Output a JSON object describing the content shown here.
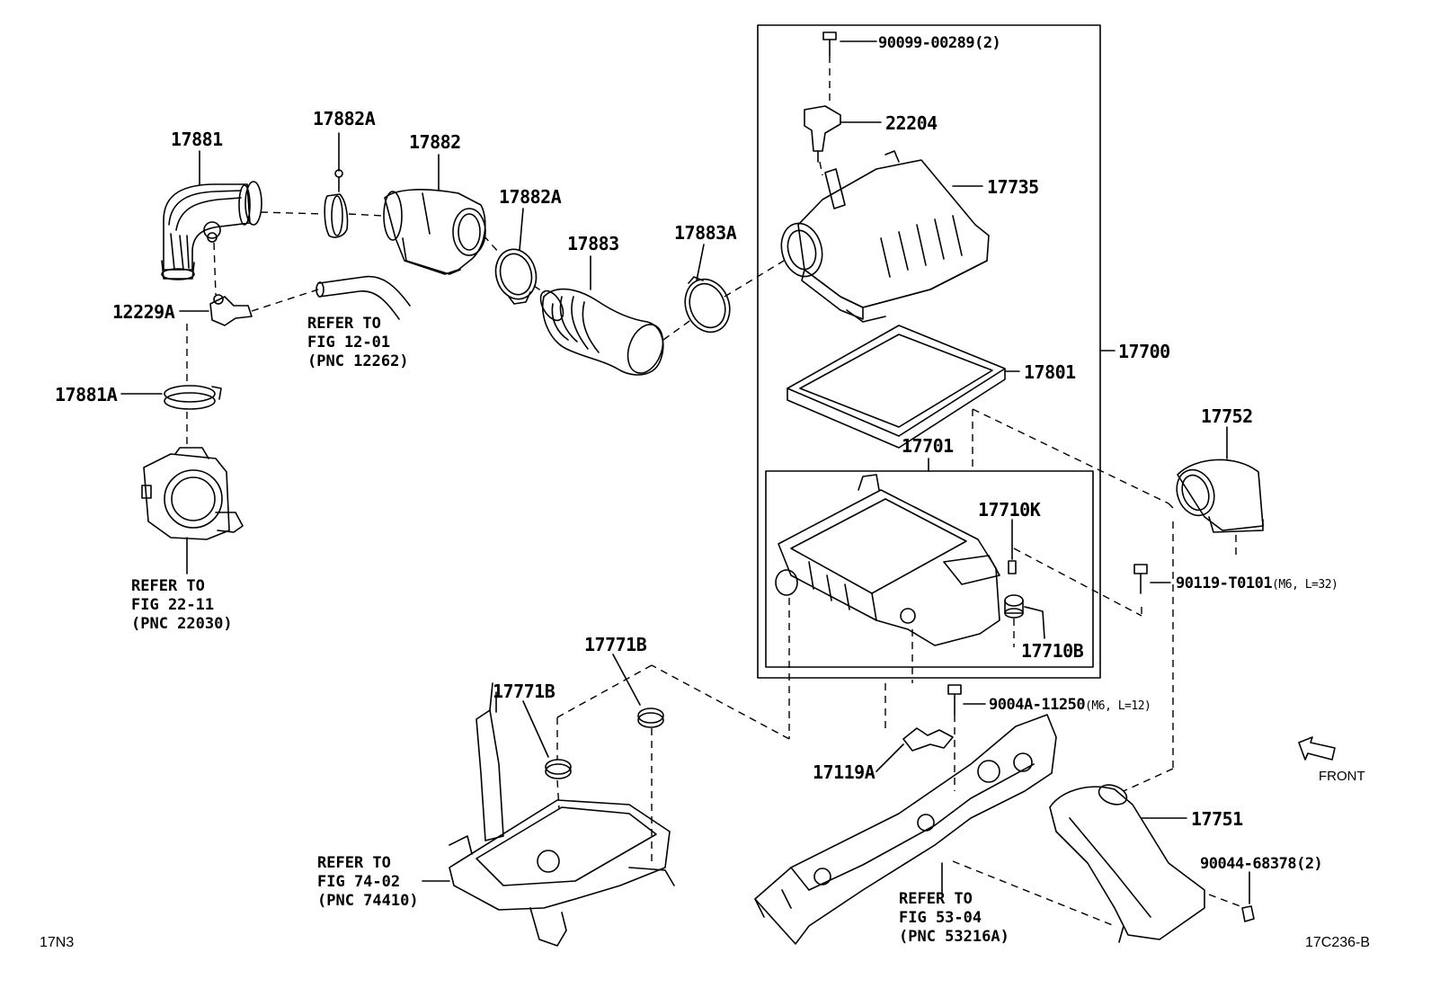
{
  "labels": {
    "p17881": "17881",
    "p17882A_top": "17882A",
    "p17882": "17882",
    "p17882A_mid": "17882A",
    "p17883": "17883",
    "p17883A": "17883A",
    "p12229A": "12229A",
    "p17881A": "17881A",
    "p90099": "90099-00289(2)",
    "p22204": "22204",
    "p17735": "17735",
    "p17700": "17700",
    "p17801": "17801",
    "p17701": "17701",
    "p17710K": "17710K",
    "p17710B": "17710B",
    "p17752": "17752",
    "p90119": "90119-T0101",
    "p90119_spec": "(M6, L=32)",
    "p9004A": "9004A-11250",
    "p9004A_spec": "(M6, L=12)",
    "p17771B_a": "17771B",
    "p17771B_b": "17771B",
    "p17119A": "17119A",
    "p17751": "17751",
    "p90044": "90044-68378(2)"
  },
  "refs": {
    "fig12": [
      "REFER TO",
      "FIG 12-01",
      "(PNC 12262)"
    ],
    "fig22": [
      "REFER TO",
      "FIG 22-11",
      "(PNC 22030)"
    ],
    "fig74": [
      "REFER TO",
      "FIG 74-02",
      "(PNC 74410)"
    ],
    "fig53": [
      "REFER TO",
      "FIG 53-04",
      "(PNC 53216A)"
    ]
  },
  "front_label": "FRONT",
  "corner_left": "17N3",
  "corner_right": "17C236-B",
  "colors": {
    "ink": "#000000",
    "paper": "#ffffff"
  }
}
